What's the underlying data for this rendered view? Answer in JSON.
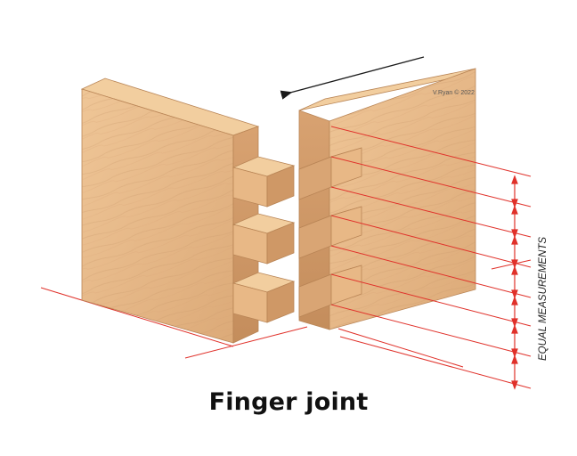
{
  "caption": "Finger joint",
  "credit": "V.Ryan © 2022",
  "measure_label": "EQUAL MEASUREMENTS",
  "colors": {
    "wood_face": "#e9bc8e",
    "wood_top": "#f2ce9f",
    "wood_side": "#d19a69",
    "guide_line": "#e0312a",
    "arrow": "#1a1a1a",
    "caption_text": "#111111"
  }
}
